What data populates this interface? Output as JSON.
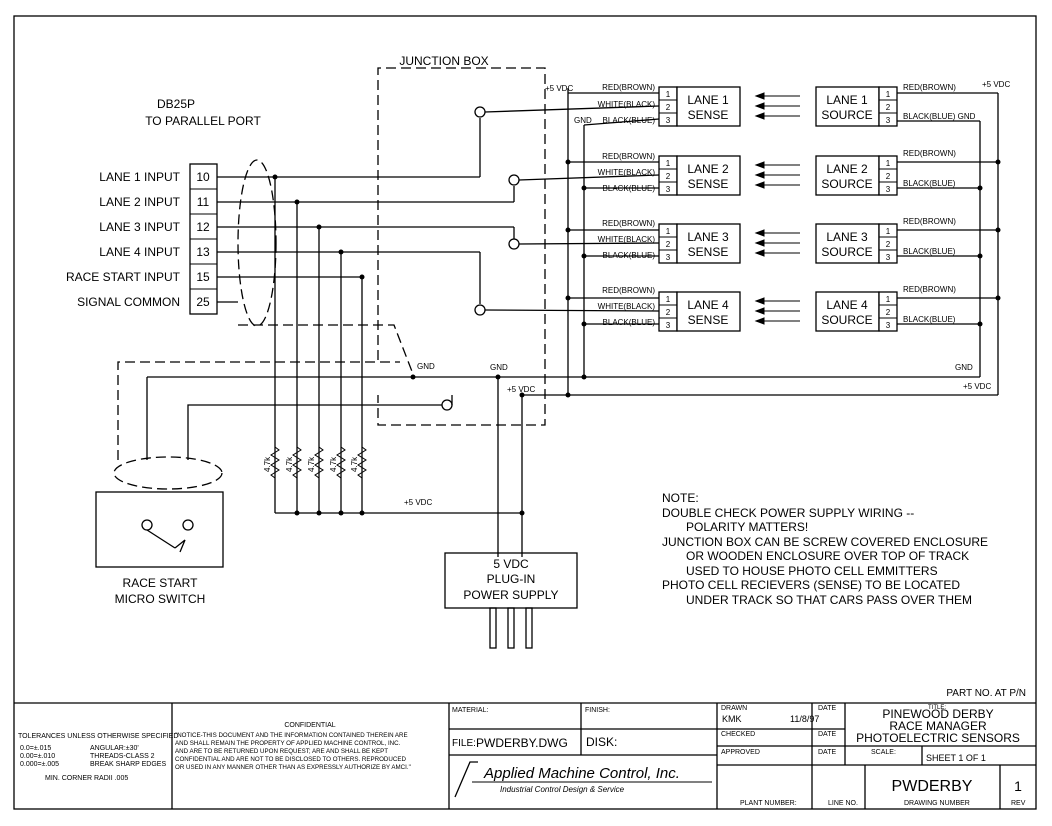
{
  "connector": {
    "title": "DB25P",
    "subtitle": "TO PARALLEL PORT"
  },
  "junction_box": "JUNCTION BOX",
  "inputs": [
    {
      "label": "LANE 1 INPUT",
      "pin": "10"
    },
    {
      "label": "LANE 2 INPUT",
      "pin": "11"
    },
    {
      "label": "LANE 3 INPUT",
      "pin": "12"
    },
    {
      "label": "LANE 4 INPUT",
      "pin": "13"
    },
    {
      "label": "RACE START INPUT",
      "pin": "15"
    },
    {
      "label": "SIGNAL COMMON",
      "pin": "25"
    }
  ],
  "wire_labels": {
    "vdc_top": "+5 VDC",
    "red": "RED(BROWN)",
    "white": "WHITE(BLACK)",
    "black": "BLACK(BLUE)",
    "gnd": "GND",
    "black_gnd_right": "BLACK(BLUE)  GND",
    "vdc_right": "+5 VDC",
    "gnd_center": "GND",
    "vdc_center": "+5 VDC",
    "vdc_bottom": "+5 VDC",
    "resistor": "4.7k",
    "pin1": "1",
    "pin2": "2",
    "pin3": "3"
  },
  "sense_blocks": [
    {
      "line1": "LANE 1",
      "line2": "SENSE"
    },
    {
      "line1": "LANE 2",
      "line2": "SENSE"
    },
    {
      "line1": "LANE 3",
      "line2": "SENSE"
    },
    {
      "line1": "LANE 4",
      "line2": "SENSE"
    }
  ],
  "source_blocks": [
    {
      "line1": "LANE 1",
      "line2": "SOURCE"
    },
    {
      "line1": "LANE 2",
      "line2": "SOURCE"
    },
    {
      "line1": "LANE 3",
      "line2": "SOURCE"
    },
    {
      "line1": "LANE 4",
      "line2": "SOURCE"
    }
  ],
  "switch": {
    "line1": "RACE START",
    "line2": "MICRO SWITCH"
  },
  "power_supply": {
    "line1": "5 VDC",
    "line2": "PLUG-IN",
    "line3": "POWER SUPPLY"
  },
  "note": {
    "heading": "NOTE:",
    "lines": [
      "DOUBLE CHECK POWER SUPPLY WIRING --",
      "POLARITY MATTERS!",
      "JUNCTION BOX CAN BE SCREW COVERED ENCLOSURE",
      "OR WOODEN ENCLOSURE OVER TOP OF TRACK",
      "USED TO HOUSE PHOTO CELL EMMITTERS",
      "PHOTO CELL RECIEVERS (SENSE) TO BE LOCATED",
      "UNDER TRACK SO THAT CARS PASS OVER THEM"
    ]
  },
  "title_block": {
    "part_no": "PART NO. AT P/N",
    "tolerances_heading": "TOLERANCES UNLESS OTHERWISE SPECIFIED",
    "tol_left": [
      "0.0=±.015",
      "0.00=±.010",
      "0.000=±.005"
    ],
    "tol_right": [
      "ANGULAR:±30'",
      "THREADS-CLASS 2",
      "BREAK SHARP EDGES"
    ],
    "corner": "MIN. CORNER RADII .005",
    "confidential_heading": "CONFIDENTIAL",
    "confidential_lines": [
      "\"NOTICE-THIS DOCUMENT AND THE INFORMATION CONTAINED THEREIN ARE",
      "AND SHALL REMAIN THE PROPERTY OF APPLIED MACHINE CONTROL, INC.",
      "AND ARE TO BE RETURNED UPON REQUEST; ARE AND SHALL BE KEPT",
      "CONFIDENTIAL AND ARE NOT TO BE DISCLOSED TO OTHERS. REPRODUCED",
      "OR USED IN ANY MANNER OTHER THAN AS EXPRESSLY AUTHORIZE BY AMCI.\""
    ],
    "material_label": "MATERIAL:",
    "finish_label": "FINISH:",
    "file_label": "FILE:",
    "file_value": "PWDERBY.DWG",
    "disk_label": "DISK:",
    "company": "Applied Machine Control, Inc.",
    "company_tagline": "Industrial Control Design & Service",
    "drawn_label": "DRAWN",
    "drawn_by": "KMK",
    "date_label": "DATE",
    "drawn_date": "11/8/97",
    "checked_label": "CHECKED",
    "approved_label": "APPROVED",
    "title_label": "TITLE:",
    "title_lines": [
      "PINEWOOD DERBY",
      "RACE MANAGER",
      "PHOTOELECTRIC SENSORS"
    ],
    "scale_label": "SCALE:",
    "sheet": "SHEET   1   OF   1",
    "drawing_number": "PWDERBY",
    "rev": "1",
    "plant_number_label": "PLANT NUMBER:",
    "line_no_label": "LINE NO.",
    "drawing_number_label": "DRAWING NUMBER",
    "rev_label": "REV"
  }
}
